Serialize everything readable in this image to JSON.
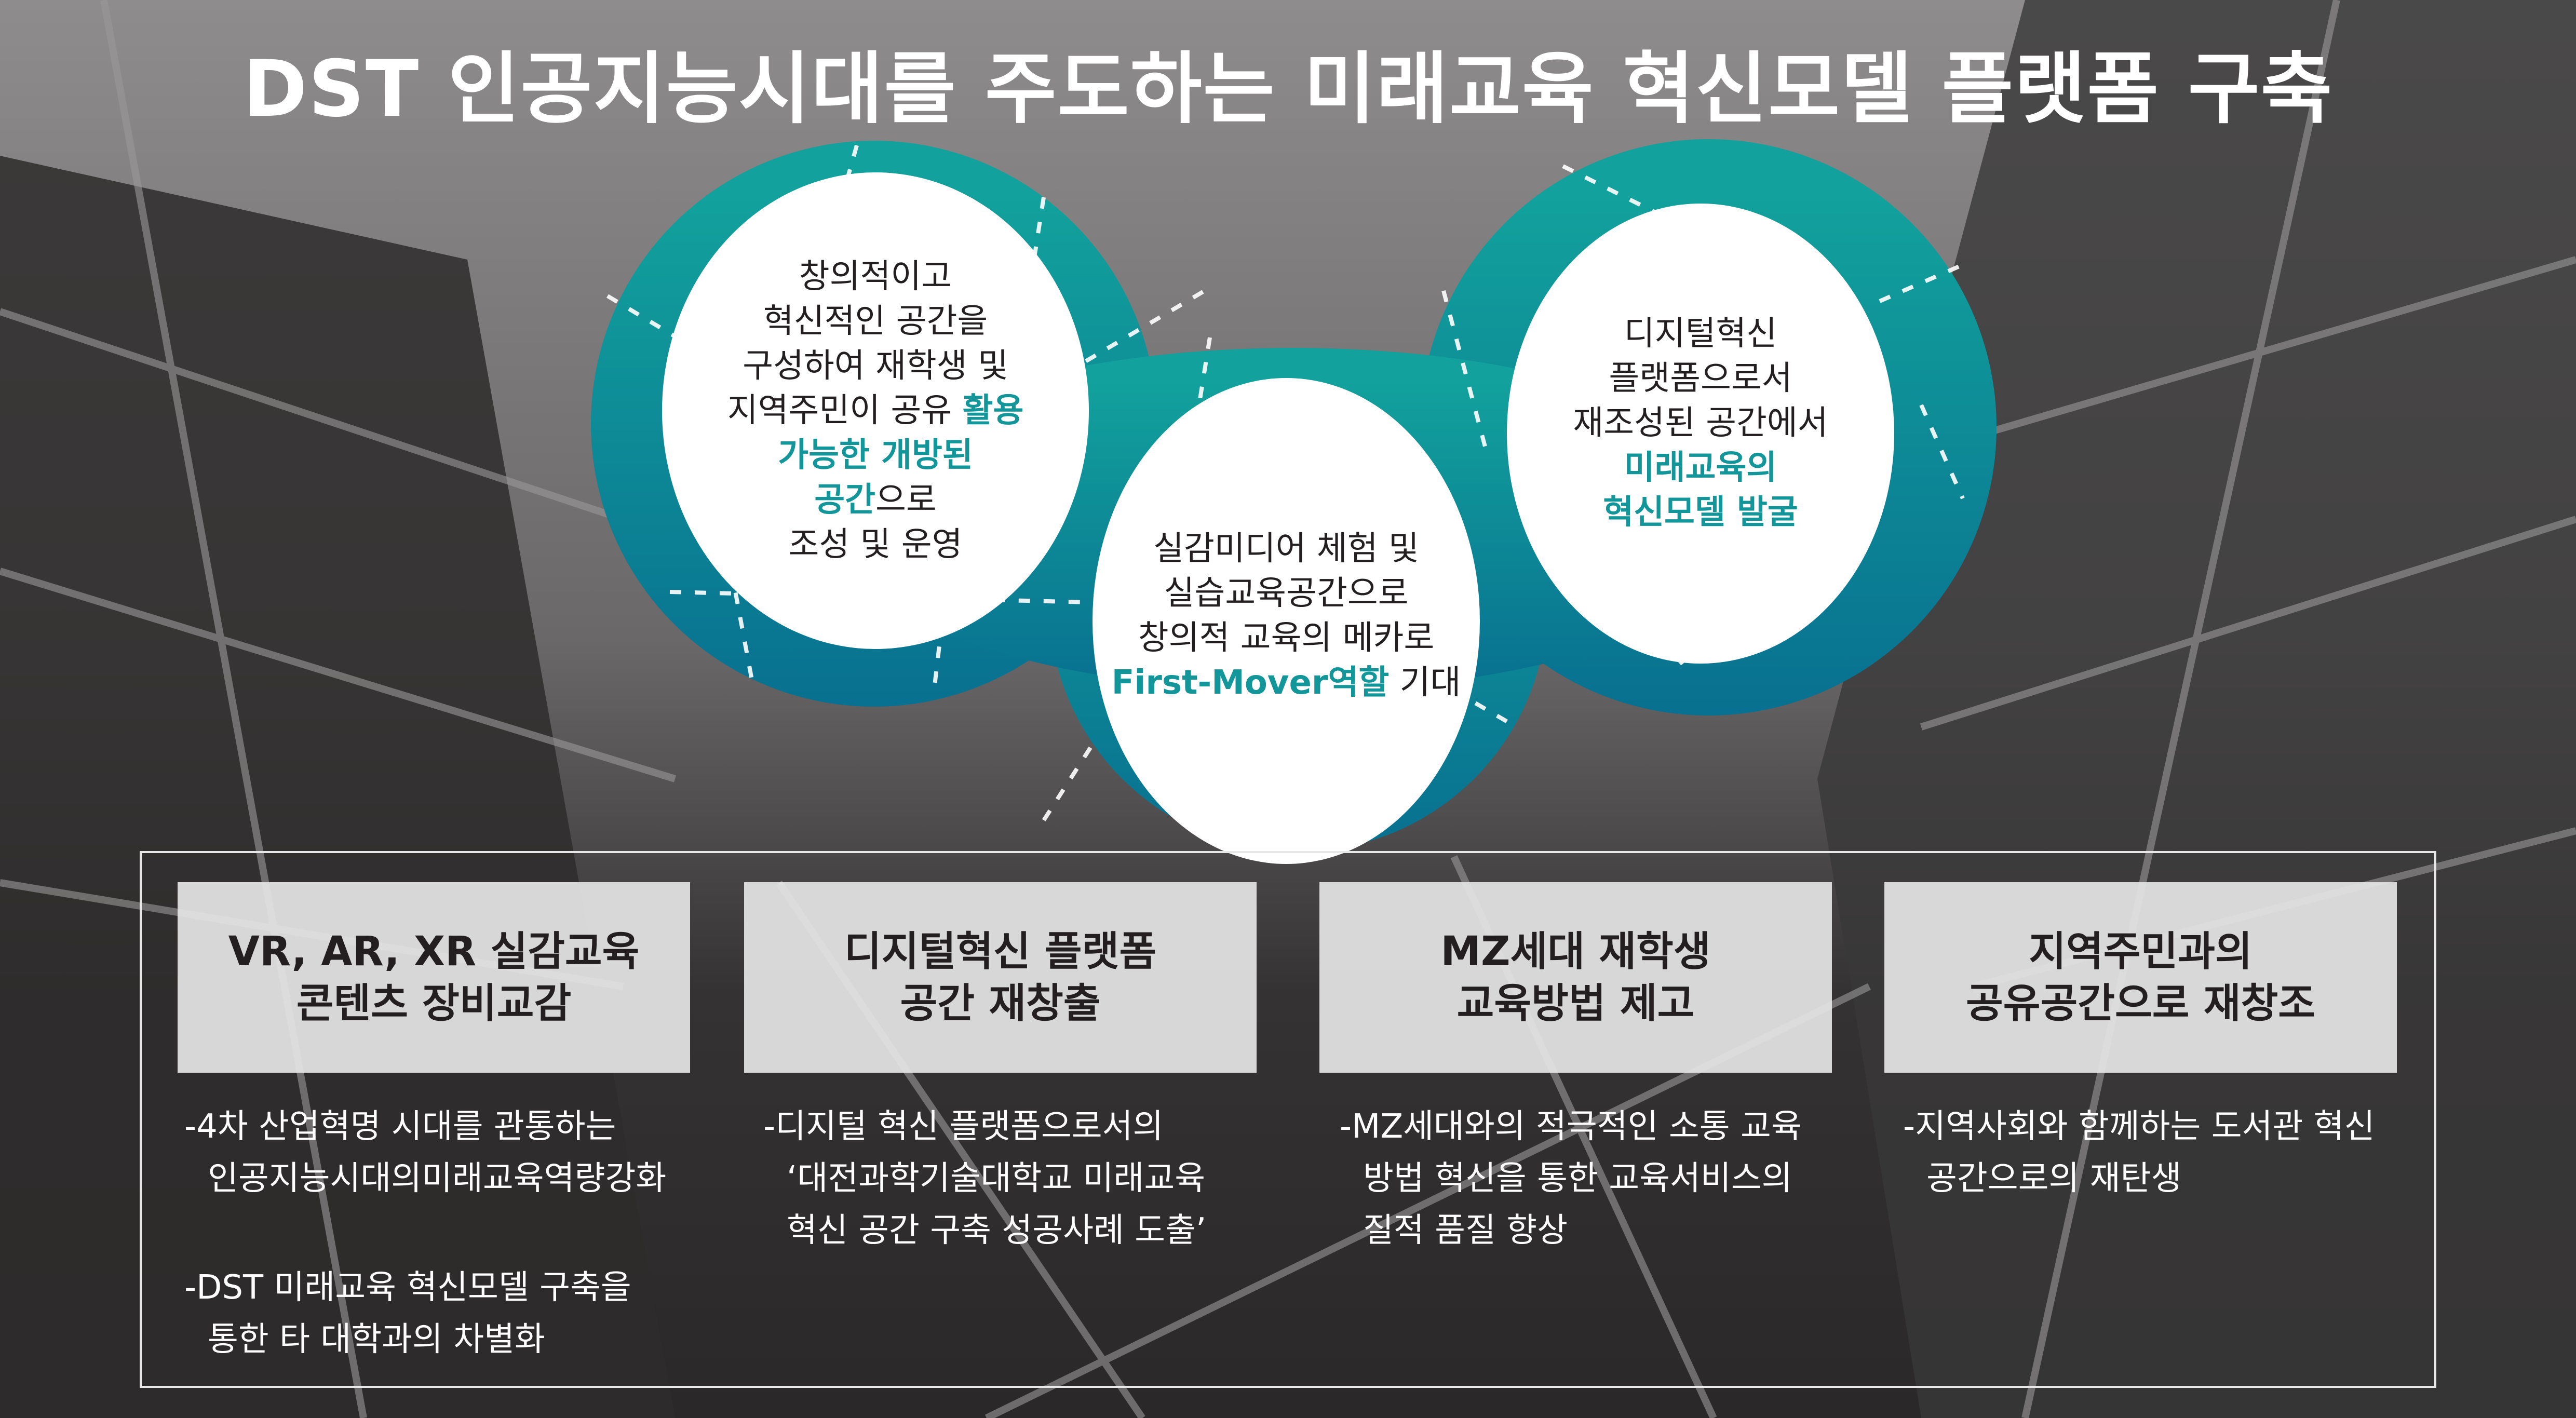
{
  "title": "DST 인공지능시대를 주도하는 미래교육 혁신모델 플랫폼 구축",
  "colors": {
    "teal_top": "#12a19c",
    "teal_bottom": "#087090",
    "highlight": "#12969a"
  },
  "circles": [
    {
      "lines": [
        [
          {
            "t": "창의적이고",
            "h": false
          }
        ],
        [
          {
            "t": "혁신적인 공간을",
            "h": false
          }
        ],
        [
          {
            "t": "구성하여 재학생 및",
            "h": false
          }
        ],
        [
          {
            "t": "지역주민이 공유 ",
            "h": false
          },
          {
            "t": "활용",
            "h": true
          }
        ],
        [
          {
            "t": "가능한 개방된",
            "h": true
          }
        ],
        [
          {
            "t": "공간",
            "h": true
          },
          {
            "t": "으로",
            "h": false
          }
        ],
        [
          {
            "t": "조성 및 운영",
            "h": false
          }
        ]
      ]
    },
    {
      "lines": [
        [
          {
            "t": "실감미디어 체험 및",
            "h": false
          }
        ],
        [
          {
            "t": "실습교육공간으로",
            "h": false
          }
        ],
        [
          {
            "t": "창의적 교육의 메카로",
            "h": false
          }
        ],
        [
          {
            "t": "First-Mover역할",
            "h": true
          },
          {
            "t": " 기대",
            "h": false
          }
        ]
      ]
    },
    {
      "lines": [
        [
          {
            "t": "디지털혁신",
            "h": false
          }
        ],
        [
          {
            "t": "플랫폼으로서",
            "h": false
          }
        ],
        [
          {
            "t": "재조성된 공간에서",
            "h": false
          }
        ],
        [
          {
            "t": "미래교육의",
            "h": true
          }
        ],
        [
          {
            "t": "혁신모델 발굴",
            "h": true
          }
        ]
      ]
    }
  ],
  "boxes": [
    {
      "line1": "VR, AR, XR 실감교육",
      "line2": "콘텐츠 장비교감",
      "desc": [
        [
          "-4차 산업혁명 시대를 관통하는",
          "인공지능시대의미래교육역량강화"
        ],
        [
          "-DST 미래교육 혁신모델 구축을",
          "통한 타 대학과의 차별화"
        ]
      ]
    },
    {
      "line1": "디지털혁신 플랫폼",
      "line2": "공간 재창출",
      "desc": [
        [
          "-디지털 혁신 플랫폼으로서의",
          "‘대전과학기술대학교 미래교육",
          "혁신 공간 구축 성공사례 도출’"
        ]
      ]
    },
    {
      "line1": "MZ세대 재학생",
      "line2": "교육방법 제고",
      "desc": [
        [
          "-MZ세대와의 적극적인 소통 교육",
          "방법 혁신을 통한 교육서비스의",
          "질적 품질 향상"
        ]
      ]
    },
    {
      "line1": "지역주민과의",
      "line2": "공유공간으로 재창조",
      "desc": [
        [
          "-지역사회와 함께하는 도서관 혁신",
          "공간으로의 재탄생"
        ]
      ]
    }
  ]
}
